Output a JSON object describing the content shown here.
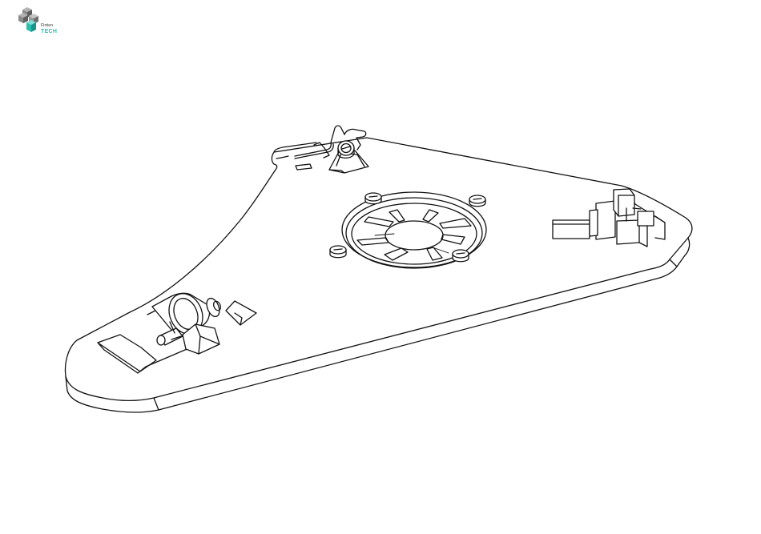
{
  "logo": {
    "small_text": "Finten",
    "big_text": "TECH",
    "colors": {
      "primary": "#2bbfb0",
      "secondary": "#6c6c6c"
    }
  },
  "drawing": {
    "style": "black line-art isometric illustration",
    "line_color": "#111111",
    "background": "#ffffff"
  }
}
